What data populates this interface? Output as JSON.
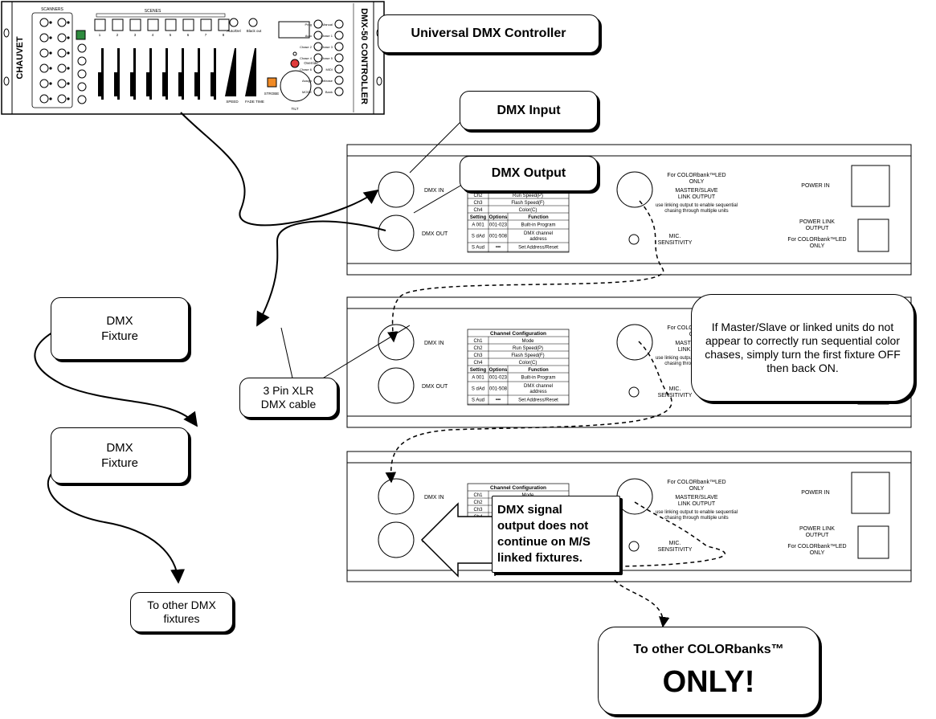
{
  "controller": {
    "side_title": "DMX-50 CONTROLLER",
    "brand": "CHAUVET",
    "scanners_label": "SCANNERS",
    "scenes_label": "SCENES",
    "scene_numbers": [
      "1",
      "2",
      "3",
      "4",
      "5",
      "6",
      "7",
      "8"
    ],
    "btn_audio": "Auto/Del",
    "btn_blackout": "Black out",
    "btn_override": "Override",
    "btn_strobe": "STROBE",
    "speed": "SPEED",
    "fade": "FADE TIME",
    "tilt": "TILT",
    "right_btn_labels": [
      "Prog",
      "Manual",
      "Auto",
      "Chase 1",
      "Chase 2",
      "Chase 3",
      "Chase 4",
      "Chase 5",
      "Chase 6",
      "MIDI",
      "Assign",
      "Release",
      "MODE",
      "Bank"
    ]
  },
  "labels": {
    "universal": "Universal DMX Controller",
    "dmx_input": "DMX Input",
    "dmx_output": "DMX Output",
    "fixture1": [
      "DMX",
      "Fixture"
    ],
    "fixture2": [
      "DMX",
      "Fixture"
    ],
    "xlr": [
      "3 Pin XLR",
      "DMX cable"
    ],
    "other_dmx": [
      "To other DMX",
      "fixtures"
    ],
    "note": "If Master/Slave or linked units do not appear to correctly run sequential color chases, simply turn the first fixture OFF then back ON.",
    "dmx_signal": [
      "DMX signal",
      "output does not",
      "continue on M/S",
      "linked fixtures."
    ],
    "other_colorbanks": "To other COLORbanks™",
    "only": "ONLY!"
  },
  "panel": {
    "dmx_in": "DMX IN",
    "dmx_out": "DMX OUT",
    "for_colorbank": "For COLORbank™LED",
    "only": "ONLY",
    "master_slave": "MASTER/SLAVE",
    "link_output": "LINK OUTPUT",
    "use_linking_1": "use linking output to enable sequential",
    "use_linking_2": "chasing through multiple units",
    "mic": "MIC.",
    "sensitivity": "SENSITIVITY",
    "power_in": "POWER IN",
    "power_link": "POWER LINK",
    "output": "OUTPUT",
    "for_colorbank_led": "For COLORbank™LED",
    "only2": "ONLY"
  },
  "config_table": {
    "title": "Channel Configuration",
    "rows": [
      [
        "Ch1",
        "Mode"
      ],
      [
        "Ch2",
        "Run  Speed(P)"
      ],
      [
        "Ch3",
        "Flash  Speed(F)"
      ],
      [
        "Ch4",
        "Color(C)"
      ]
    ],
    "header": [
      "Setting",
      "Options",
      "Function"
    ],
    "settings": [
      [
        "A 001",
        "001-023",
        "Built-in  Program"
      ],
      [
        "S dAd",
        "001-508",
        "DMX channel|address"
      ],
      [
        "S Aud",
        "•••",
        "Set Address/Reset"
      ]
    ]
  }
}
